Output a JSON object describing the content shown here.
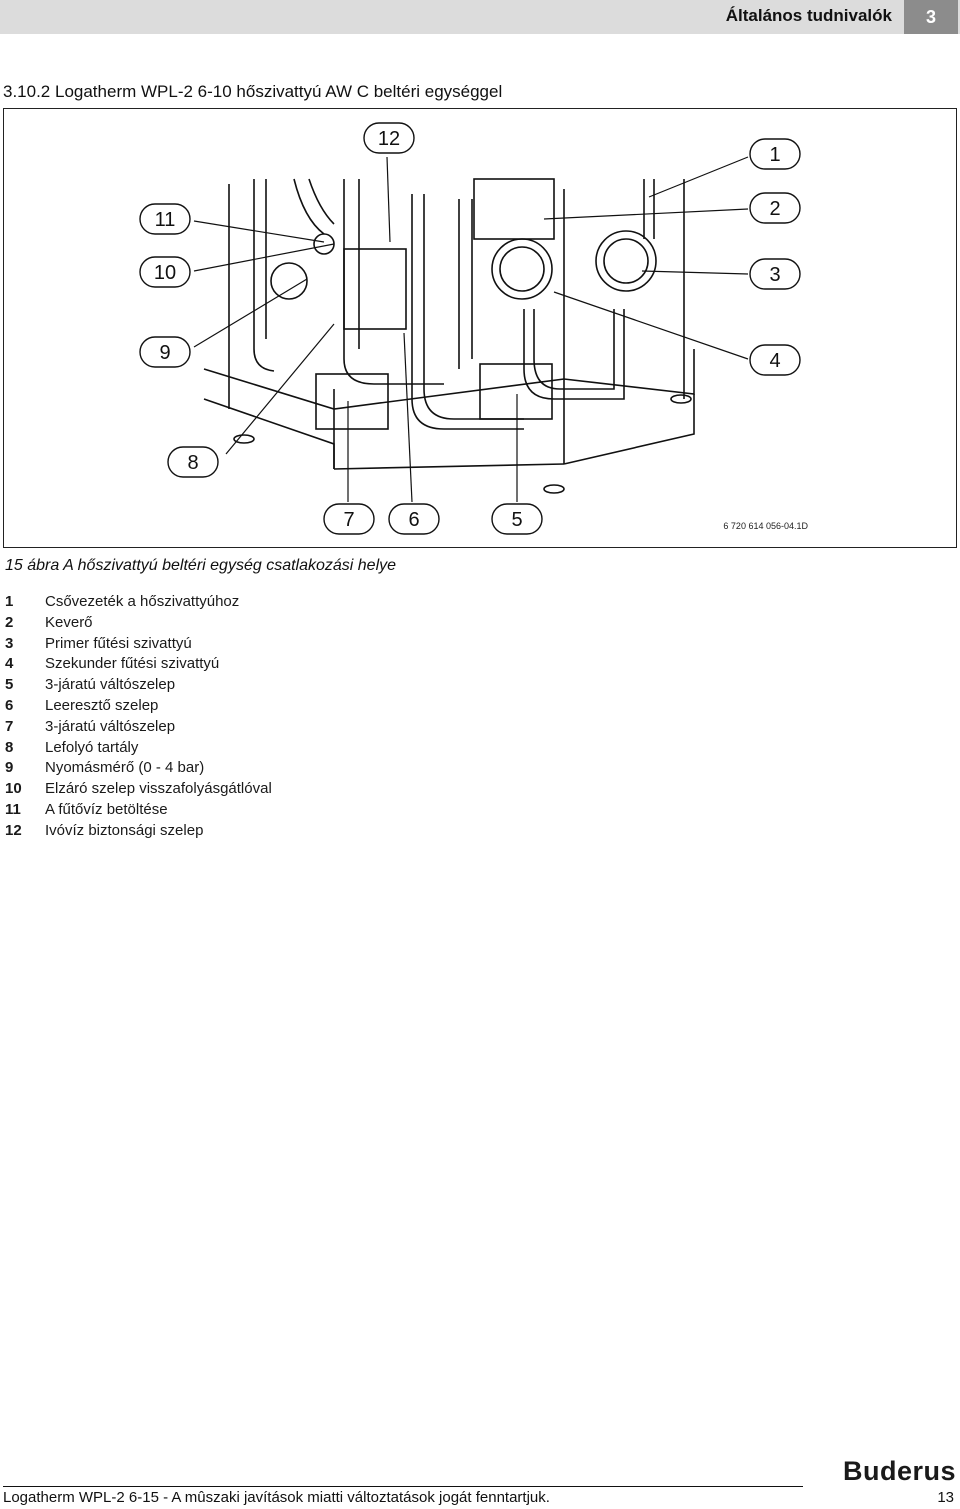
{
  "header": {
    "title": "Általános tudnivalók",
    "chapter": "3"
  },
  "section": {
    "title": "3.10.2 Logatherm WPL-2 6-10 hőszivattyú AW C beltéri egységgel"
  },
  "figure": {
    "callouts": [
      "12",
      "1",
      "11",
      "2",
      "10",
      "3",
      "9",
      "4",
      "8",
      "7",
      "6",
      "5"
    ],
    "code": "6 720 614 056-04.1D",
    "caption": "15 ábra A hőszivattyú beltéri egység csatlakozási helye"
  },
  "legend": [
    {
      "num": "1",
      "text": "Csővezeték a hőszivattyúhoz"
    },
    {
      "num": "2",
      "text": "Keverő"
    },
    {
      "num": "3",
      "text": "Primer fűtési szivattyú"
    },
    {
      "num": "4",
      "text": "Szekunder fűtési szivattyú"
    },
    {
      "num": "5",
      "text": "3-járatú váltószelep"
    },
    {
      "num": "6",
      "text": "Leeresztő szelep"
    },
    {
      "num": "7",
      "text": "3-járatú váltószelep"
    },
    {
      "num": "8",
      "text": "Lefolyó tartály"
    },
    {
      "num": "9",
      "text": "Nyomásmérő (0 - 4 bar)"
    },
    {
      "num": "10",
      "text": "Elzáró szelep visszafolyásgátlóval"
    },
    {
      "num": "11",
      "text": "A fűtővíz betöltése"
    },
    {
      "num": "12",
      "text": "Ivóvíz biztonsági szelep"
    }
  ],
  "footer": {
    "text": "Logatherm WPL-2 6-15 - A mûszaki javítások miatti változtatások jogát fenntartjuk.",
    "page": "13",
    "logo": "Buderus"
  }
}
